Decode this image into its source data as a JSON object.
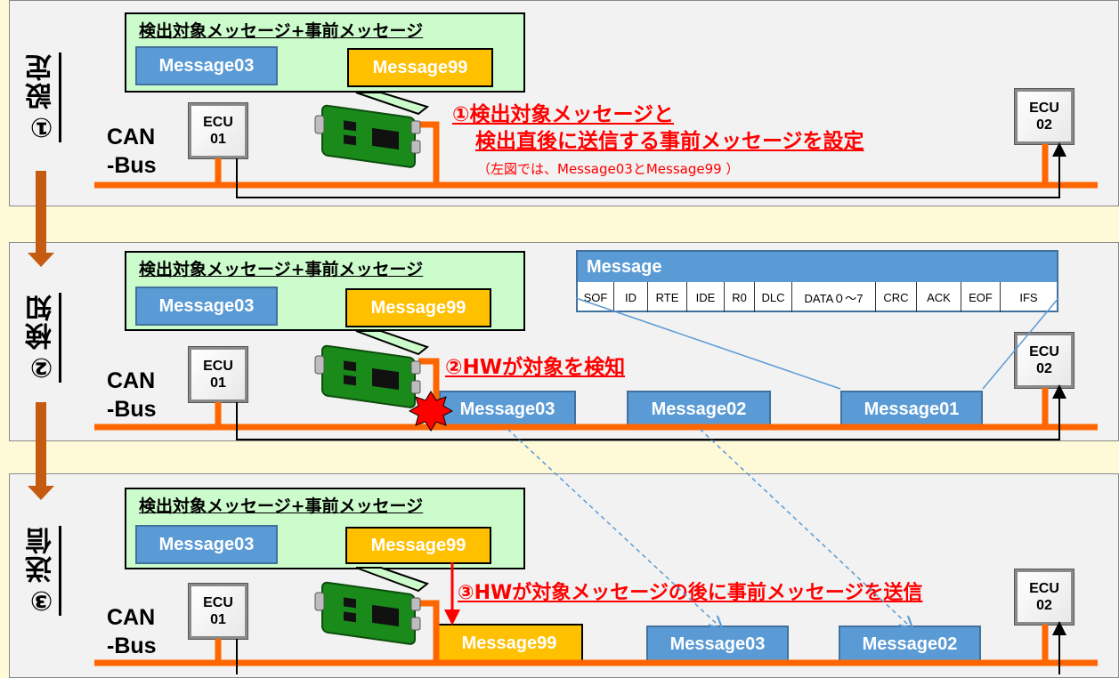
{
  "colors": {
    "bus": "#ff6600",
    "accent_red": "#ff0000",
    "message_blue": "#5b9bd5",
    "message_orange": "#ffc000",
    "config_box": "#ccfccc",
    "step_arrow": "#c55a11"
  },
  "bus_label": [
    "CAN",
    "-Bus"
  ],
  "ecu01": [
    "ECU",
    "01"
  ],
  "ecu02": [
    "ECU",
    "02"
  ],
  "config_title": "検出対象メッセージ+事前メッセージ",
  "step1": {
    "label": "①設定",
    "config_messages": [
      "Message03",
      "Message99"
    ],
    "annotation_line1": "①検出対象メッセージと",
    "annotation_line2": "検出直後に送信する事前メッセージを設定",
    "annotation_note": "（左図では、Message03とMessage99 ）"
  },
  "step2": {
    "label": "②検知",
    "config_messages": [
      "Message03",
      "Message99"
    ],
    "annotation": "②HWが対象を検知",
    "bus_messages": [
      "Message03",
      "Message02",
      "Message01"
    ],
    "frame_title": "Message",
    "frame_fields": [
      "SOF",
      "ID",
      "RTE",
      "IDE",
      "R0",
      "DLC",
      "DATA０～7",
      "CRC",
      "ACK",
      "EOF",
      "IFS"
    ]
  },
  "step3": {
    "label": "③送信",
    "config_messages": [
      "Message03",
      "Message99"
    ],
    "annotation": "③HWが対象メッセージの後に事前メッセージを送信",
    "bus_messages": [
      "Message99",
      "Message03",
      "Message02"
    ]
  },
  "icons": [
    "hardware-board-icon",
    "detection-burst-icon",
    "step-arrow-icon"
  ]
}
